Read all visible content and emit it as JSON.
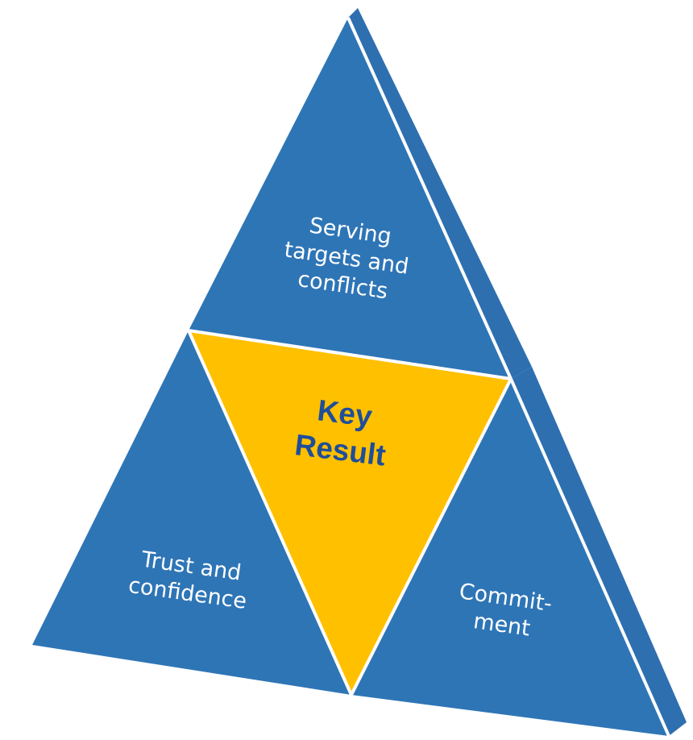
{
  "colors": {
    "blue": "#2e75b6",
    "blue_side": "#2e6fb0",
    "gold": "#ffc000",
    "center_text": "#1f4e99",
    "side_text": "#ffffff",
    "separator": "#ffffff"
  },
  "segments": {
    "top": {
      "line1": "Serving",
      "line2": "targets and",
      "line3": "conflicts"
    },
    "center": {
      "line1": "Key",
      "line2": "Result"
    },
    "bottom_left": {
      "line1": "Trust and",
      "line2": "confidence"
    },
    "bottom_right": {
      "line1": "Commit-",
      "line2": "ment"
    }
  }
}
